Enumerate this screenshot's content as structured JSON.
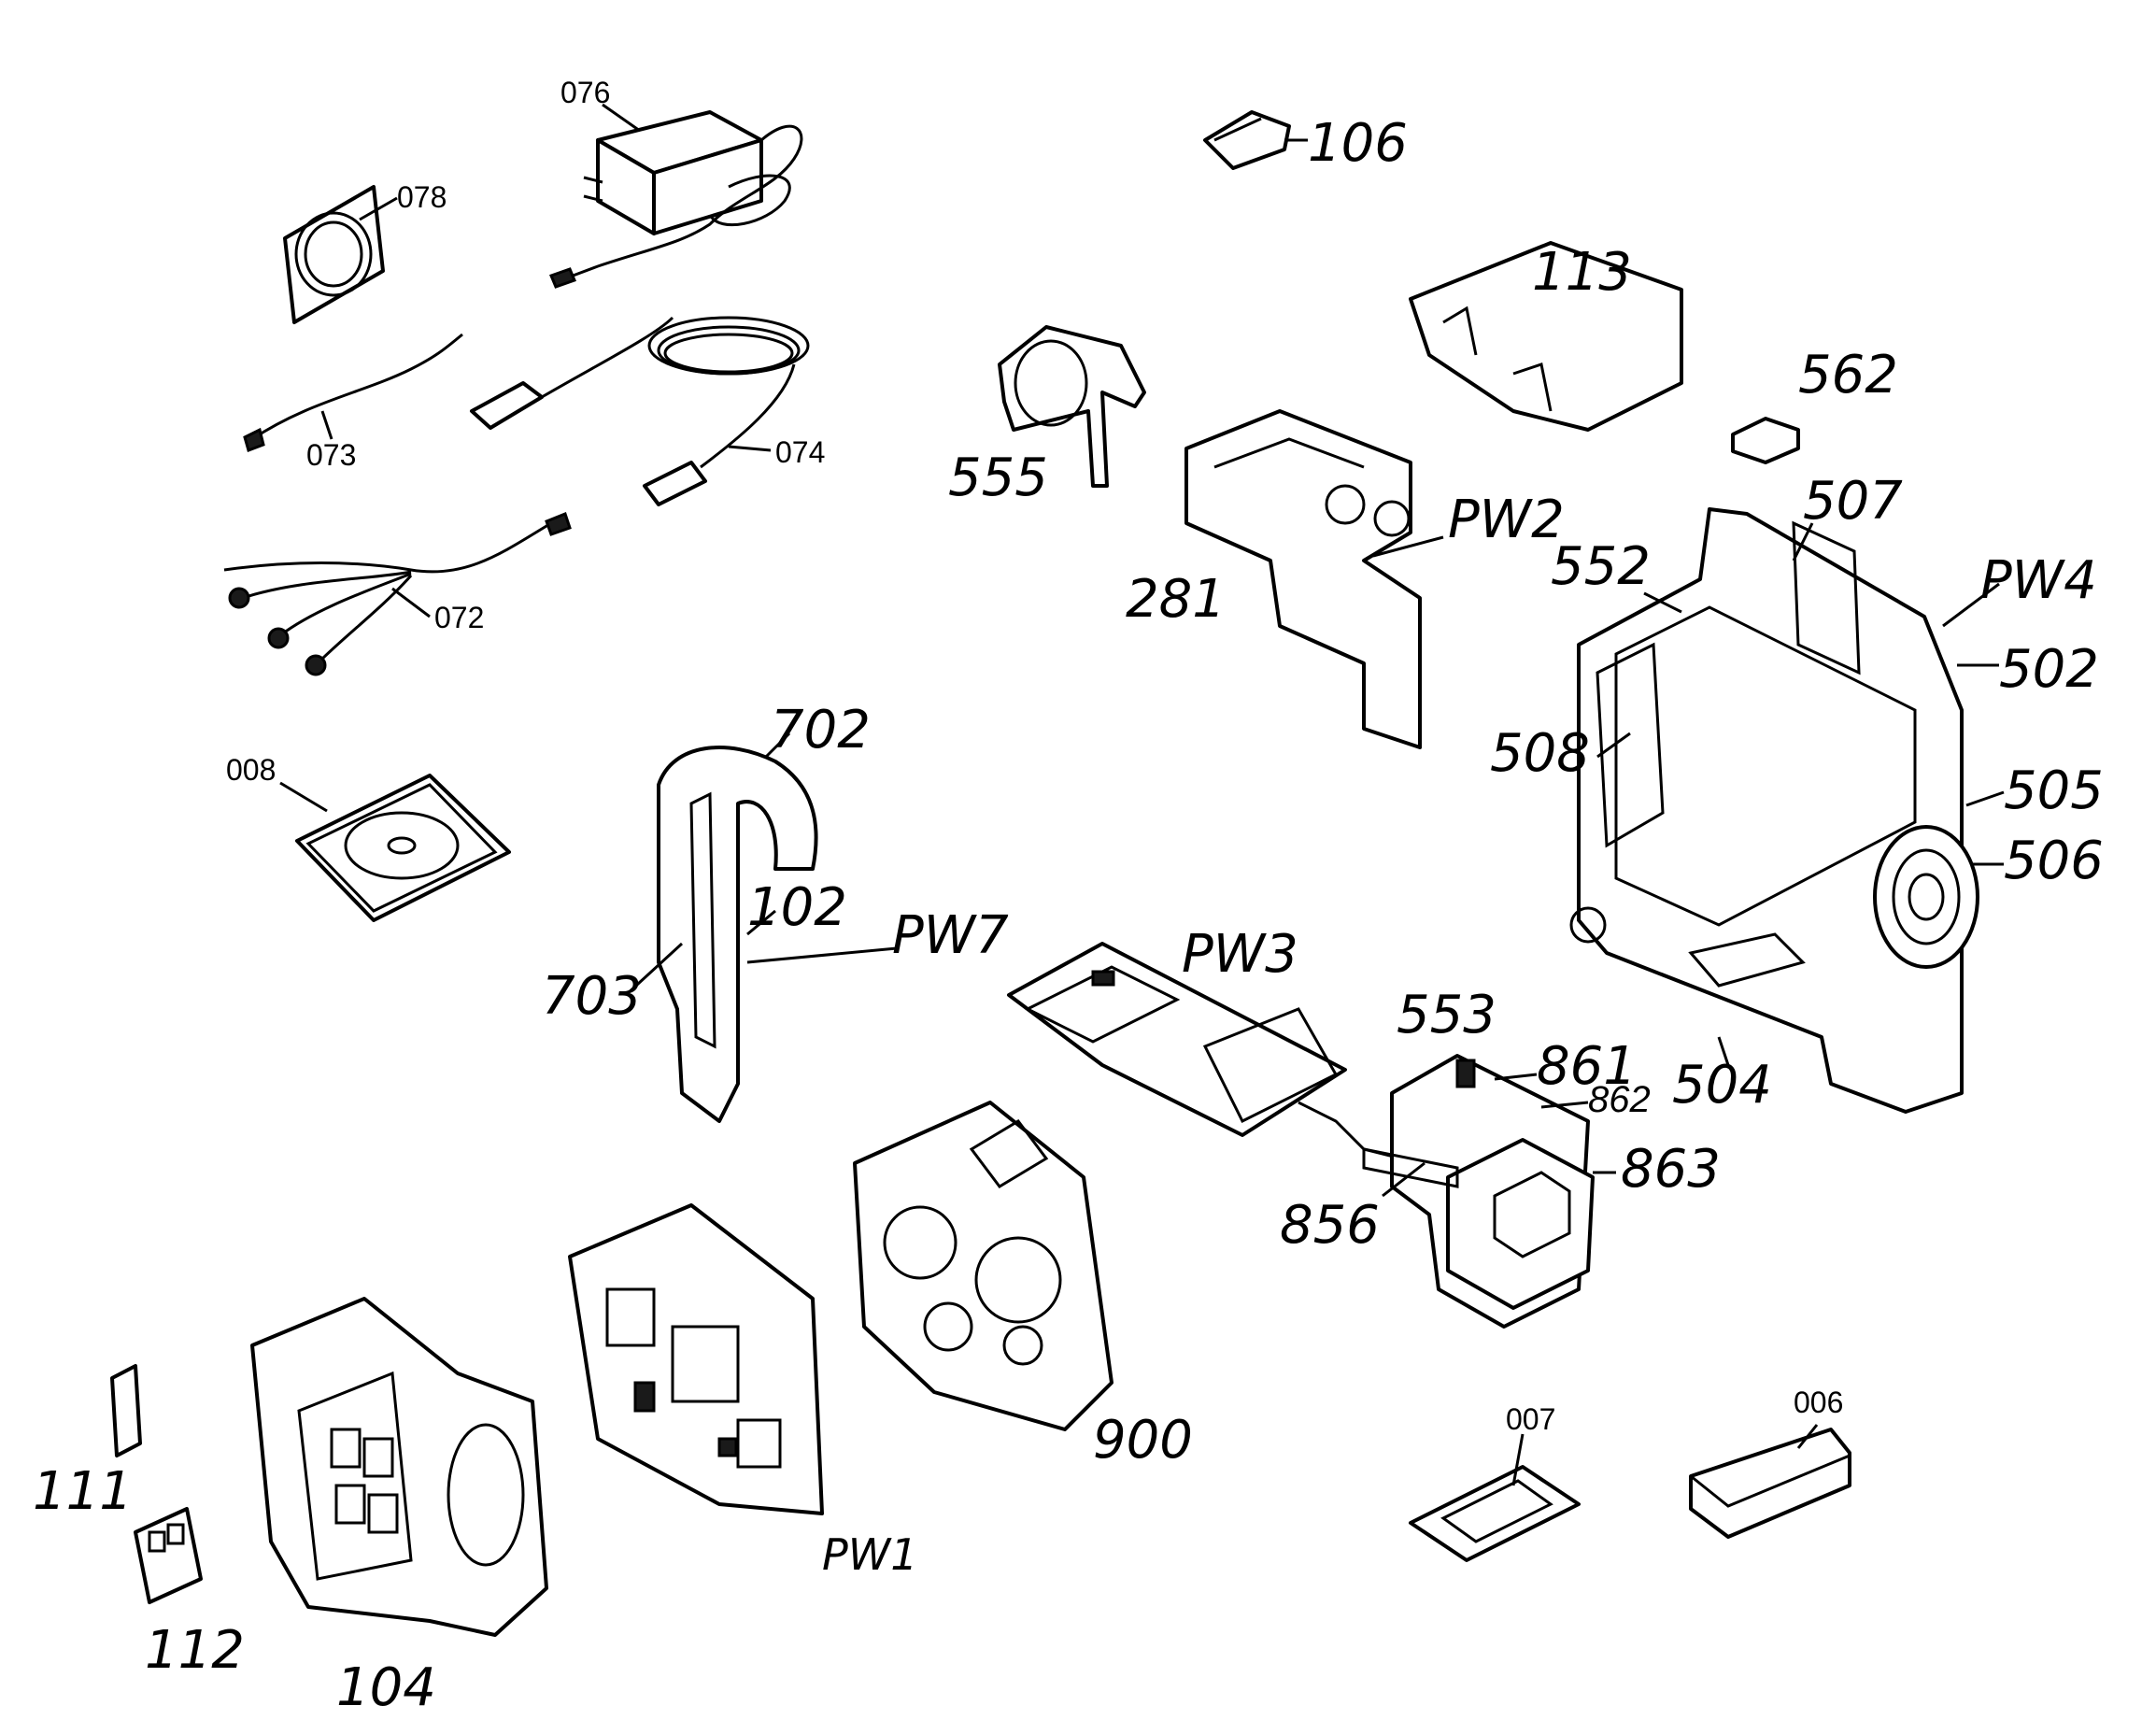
{
  "labels": {
    "p076": "076",
    "p078": "078",
    "p073": "073",
    "p074": "074",
    "p072": "072",
    "p008": "008",
    "p106": "106",
    "p113": "113",
    "p562": "562",
    "p555": "555",
    "pw2": "PW2",
    "p281": "281",
    "p507": "507",
    "p552": "552",
    "pw4": "PW4",
    "p502": "502",
    "p508": "508",
    "p505": "505",
    "p506": "506",
    "p702": "702",
    "p102": "102",
    "pw7": "PW7",
    "p703": "703",
    "pw3": "PW3",
    "p553": "553",
    "p861": "861",
    "p862": "862",
    "p504": "504",
    "p863": "863",
    "p856": "856",
    "p900": "900",
    "pw1": "PW1",
    "p007": "007",
    "p006": "006",
    "p111": "111",
    "p112": "112",
    "p104": "104"
  }
}
